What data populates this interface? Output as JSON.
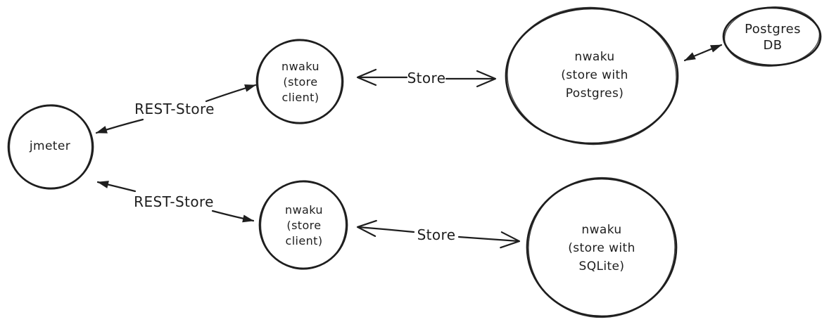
{
  "diagram": {
    "background_color": "#ffffff",
    "stroke_color": "#1e1e1e",
    "nodes": {
      "jmeter": {
        "lines": [
          "jmeter"
        ]
      },
      "store_client_top": {
        "lines": [
          "nwaku",
          "(store",
          "client)"
        ]
      },
      "store_client_bottom": {
        "lines": [
          "nwaku",
          "(store",
          "client)"
        ]
      },
      "nwaku_postgres": {
        "lines": [
          "nwaku",
          "(store with",
          "Postgres)"
        ]
      },
      "nwaku_sqlite": {
        "lines": [
          "nwaku",
          "(store with",
          "SQLite)"
        ]
      },
      "postgres_db": {
        "lines": [
          "Postgres",
          "DB"
        ]
      }
    },
    "edge_labels": {
      "rest_store_top": "REST-Store",
      "store_top": "Store",
      "rest_store_bottom": "REST-Store",
      "store_bottom": "Store"
    }
  }
}
